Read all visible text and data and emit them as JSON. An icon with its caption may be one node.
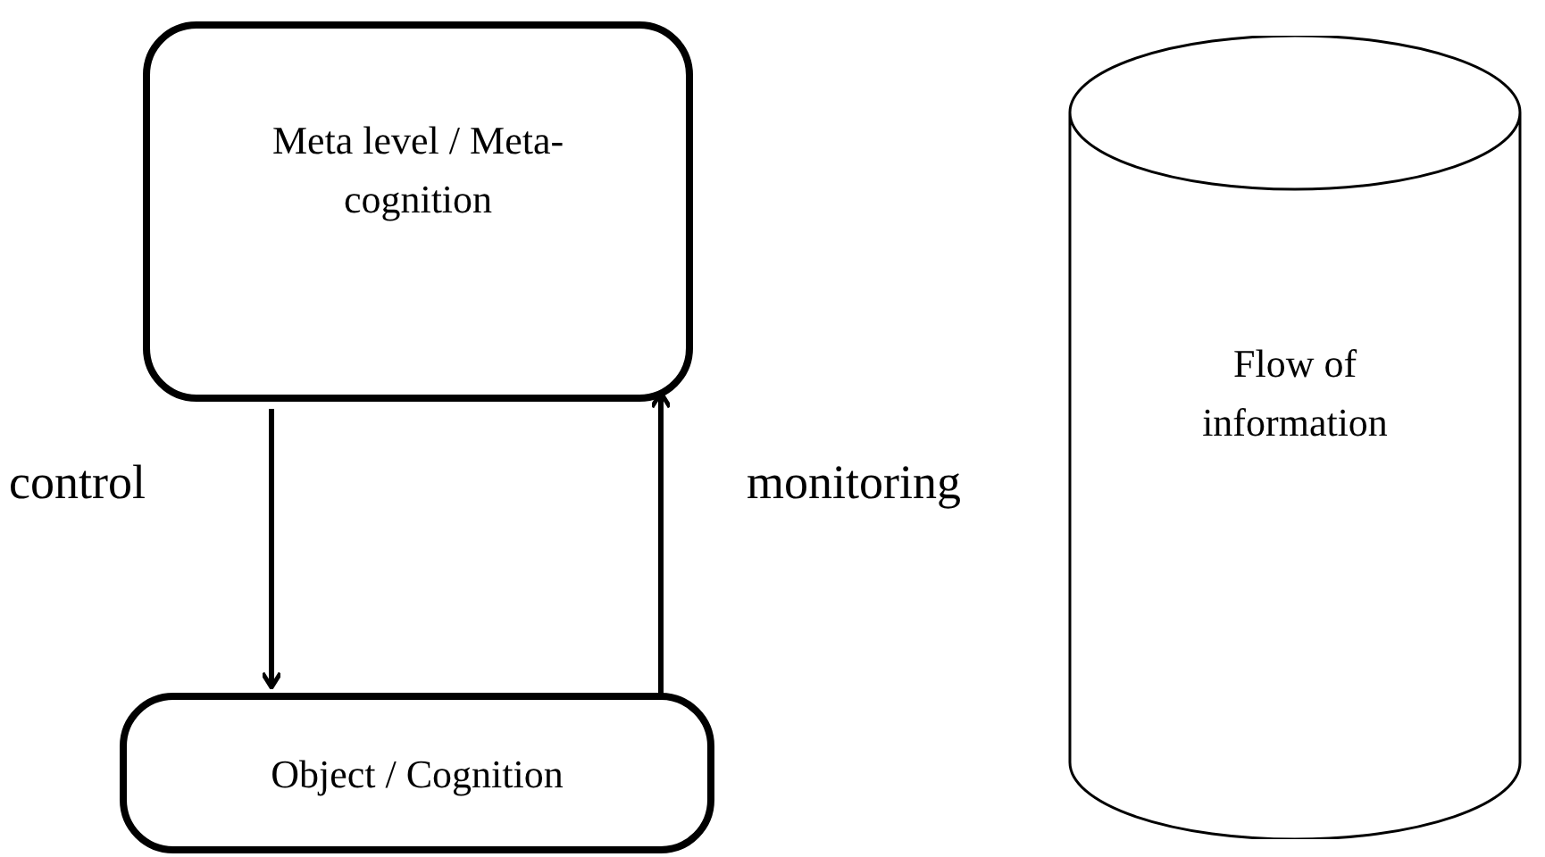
{
  "diagram": {
    "nodes": [
      {
        "text": [
          "Meta level / Meta-cognition"
        ]
      },
      {
        "text": [
          "Object / Cognition"
        ]
      },
      {
        "text": [
          "Flow of information"
        ]
      }
    ],
    "edges": [
      {
        "from": 0,
        "to": 1,
        "arrow": "to",
        "label": "control"
      },
      {
        "from": 1,
        "to": 0,
        "arrow": "to",
        "label": "monitoring"
      }
    ]
  }
}
